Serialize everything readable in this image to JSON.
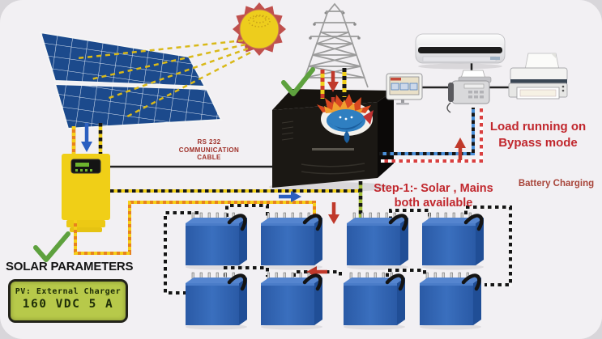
{
  "title": "Solar inverter system diagram - bypass mode",
  "labels": {
    "rs232_l1": "RS 232",
    "rs232_l2": "COMMUNICATION",
    "rs232_l3": "CABLE",
    "bypass_l1": "Load running on",
    "bypass_l2": "Bypass mode",
    "step_l1": "Step-1:- Solar , Mains",
    "step_l2": "both available",
    "battery_charging": "Battery Charging",
    "solar_parameters": "SOLAR PARAMETERS"
  },
  "lcd": {
    "line1": "PV: External Charger",
    "line2": "160 VDC 5 A"
  },
  "components": {
    "sun": "sun with rays shining on solar array",
    "solar_array_panels": 2,
    "transmission_tower": "grid mains lattice tower",
    "charge_controller": "yellow solar charge controller with display",
    "inverter": "black tower inverter/UPS with logo",
    "batteries": 8,
    "battery_rows": 2,
    "loads": [
      "air-conditioner",
      "monitor",
      "fax-machine",
      "printer"
    ],
    "checkmarks": 2,
    "arrows": {
      "red_down_grid": 2,
      "red_down_to_battery": 1,
      "red_left_battery_row": 1,
      "red_up_bypass": 1,
      "blue_down_pv": 1,
      "blue_right_wire": 1
    }
  },
  "colors": {
    "accent_red_text": "#c1272d",
    "battery_blue": "#2e62b0",
    "panel_blue": "#1c4a8c",
    "controller_yellow": "#f0cf17",
    "lcd_green": "#b7c94a",
    "wire_yellow": "#f0cf1a",
    "wire_orange": "#e8821e",
    "wire_green": "#a6c23c",
    "wire_blue": "#4a90d9",
    "wire_red": "#d94040",
    "checkmark_green": "#5ea13e"
  }
}
